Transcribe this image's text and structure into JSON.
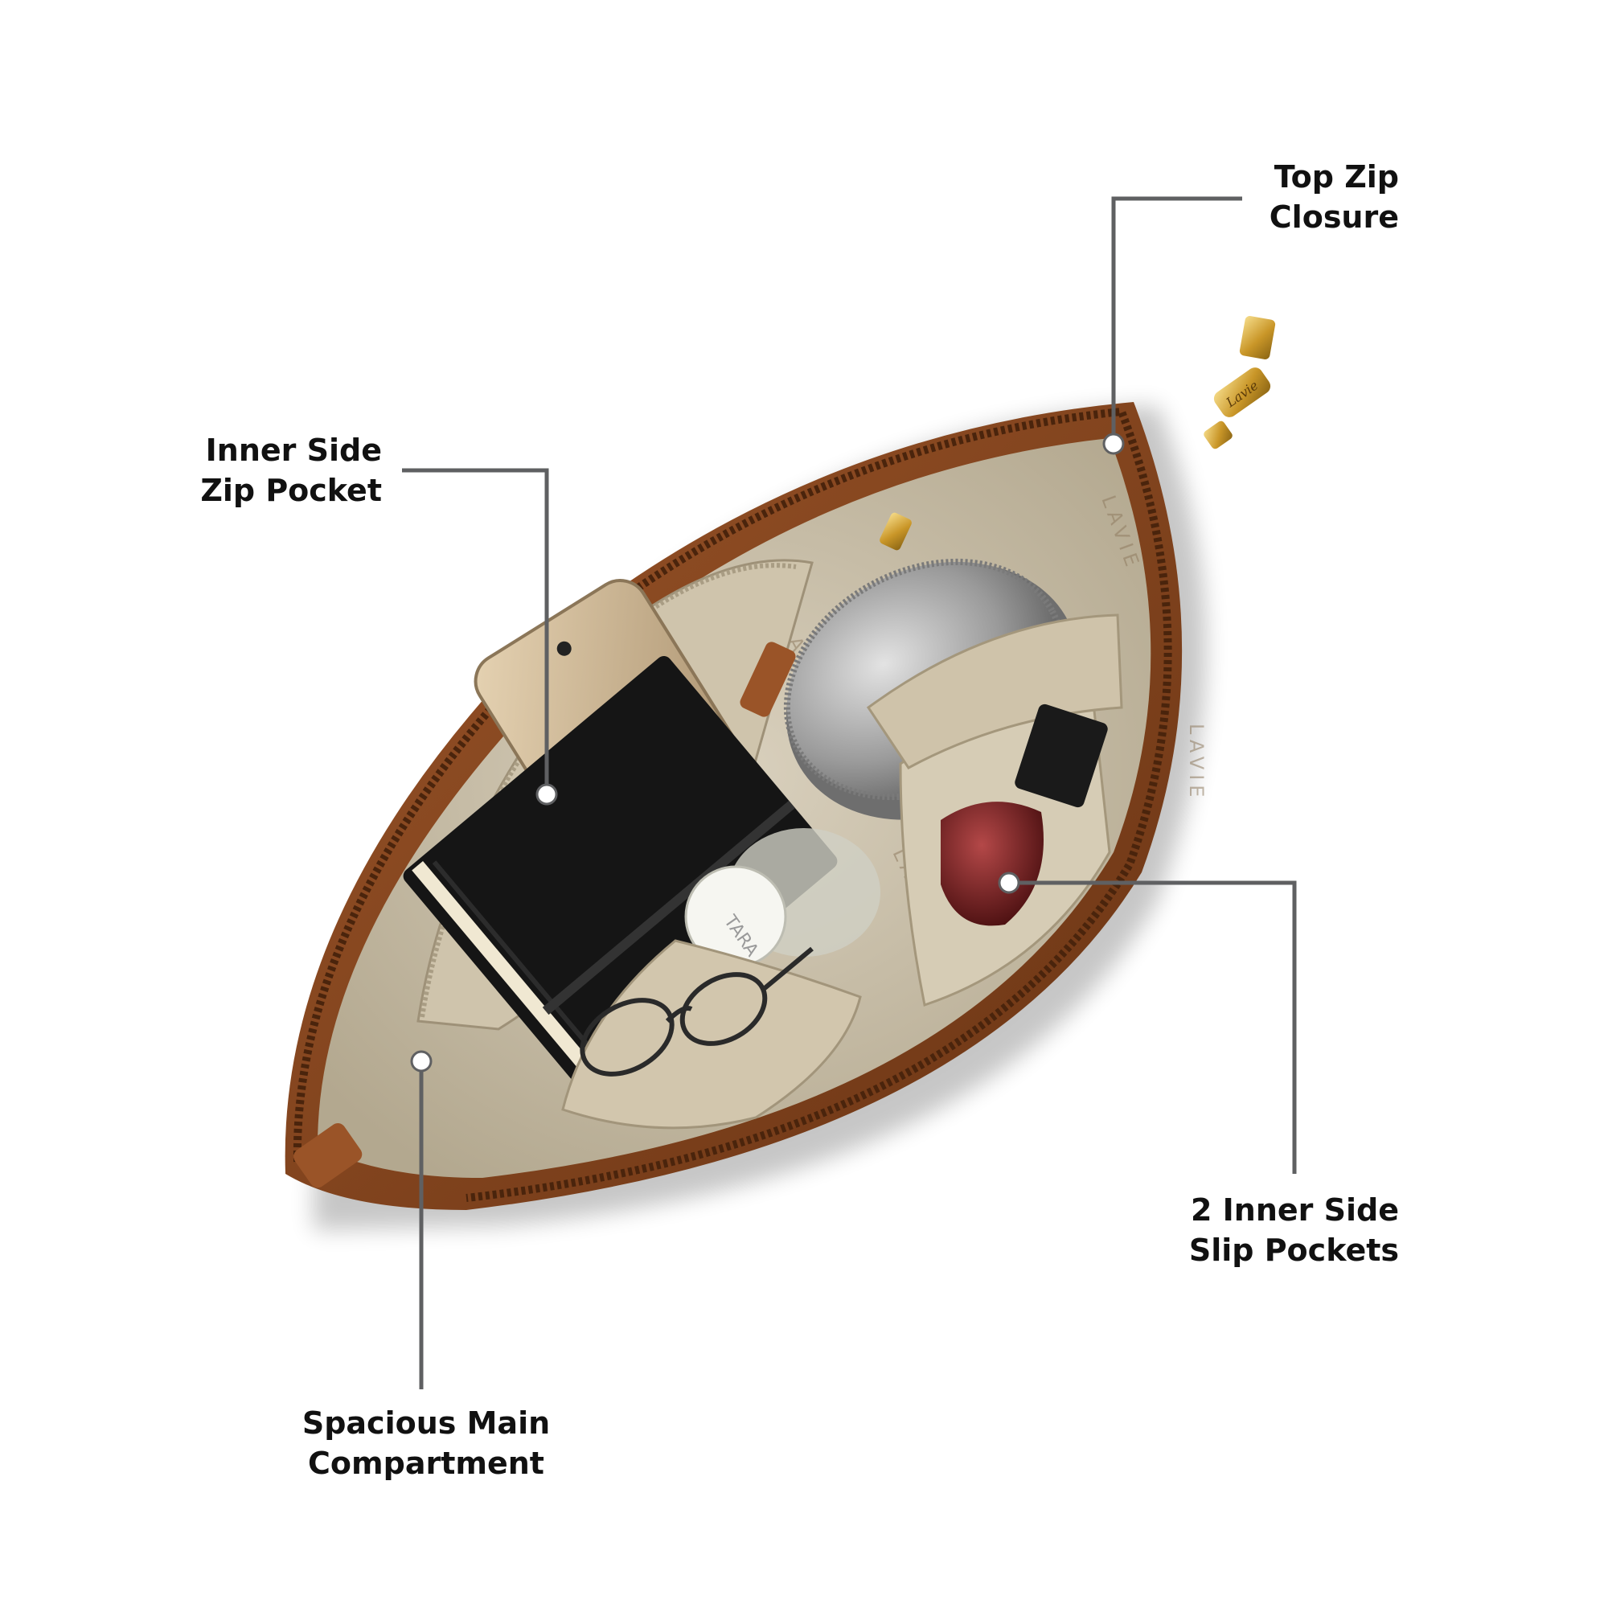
{
  "product": {
    "brand_mark": "LAVIE",
    "zip_tag_mark": "Lavie",
    "bottle_mark": "TARA",
    "colors": {
      "leather": "#8a4a22",
      "leather_dark": "#5a2d12",
      "lining": "#d8cfbd",
      "callout_line": "#5f6062"
    }
  },
  "callouts": {
    "top_zip": {
      "line1": "Top Zip",
      "line2": "Closure"
    },
    "inner_zip_pocket": {
      "line1": "Inner Side",
      "line2": "Zip Pocket"
    },
    "slip_pockets": {
      "line1": "2 Inner Side",
      "line2": "Slip Pockets"
    },
    "main_compartment": {
      "line1": "Spacious Main",
      "line2": "Compartment"
    }
  }
}
